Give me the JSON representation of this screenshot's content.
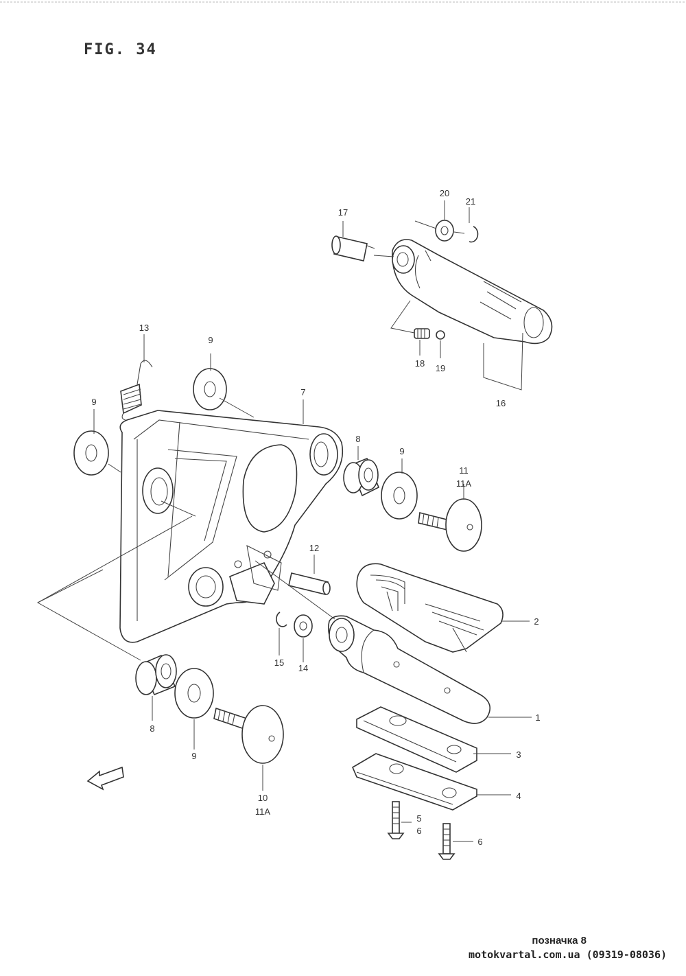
{
  "figure": {
    "title": "FIG. 34"
  },
  "callouts": [
    {
      "id": "c17",
      "text": "17"
    },
    {
      "id": "c20",
      "text": "20"
    },
    {
      "id": "c21",
      "text": "21"
    },
    {
      "id": "c18",
      "text": "18"
    },
    {
      "id": "c19",
      "text": "19"
    },
    {
      "id": "c16",
      "text": "16"
    },
    {
      "id": "c13",
      "text": "13"
    },
    {
      "id": "c9a",
      "text": "9"
    },
    {
      "id": "c9b",
      "text": "9"
    },
    {
      "id": "c7",
      "text": "7"
    },
    {
      "id": "c8a",
      "text": "8"
    },
    {
      "id": "c9c",
      "text": "9"
    },
    {
      "id": "c11",
      "text": "11"
    },
    {
      "id": "c11A",
      "text": "11A"
    },
    {
      "id": "c12",
      "text": "12"
    },
    {
      "id": "c2",
      "text": "2"
    },
    {
      "id": "c15",
      "text": "15"
    },
    {
      "id": "c14",
      "text": "14"
    },
    {
      "id": "c1",
      "text": "1"
    },
    {
      "id": "c8b",
      "text": "8"
    },
    {
      "id": "c9d",
      "text": "9"
    },
    {
      "id": "c10",
      "text": "10"
    },
    {
      "id": "c11Ab",
      "text": "11A"
    },
    {
      "id": "c3",
      "text": "3"
    },
    {
      "id": "c4",
      "text": "4"
    },
    {
      "id": "c5",
      "text": "5"
    },
    {
      "id": "c6a",
      "text": "6"
    },
    {
      "id": "c6b",
      "text": "6"
    }
  ],
  "footer": {
    "note": "позначка 8",
    "site": "motokvartal.com.ua (09319-08036)"
  }
}
